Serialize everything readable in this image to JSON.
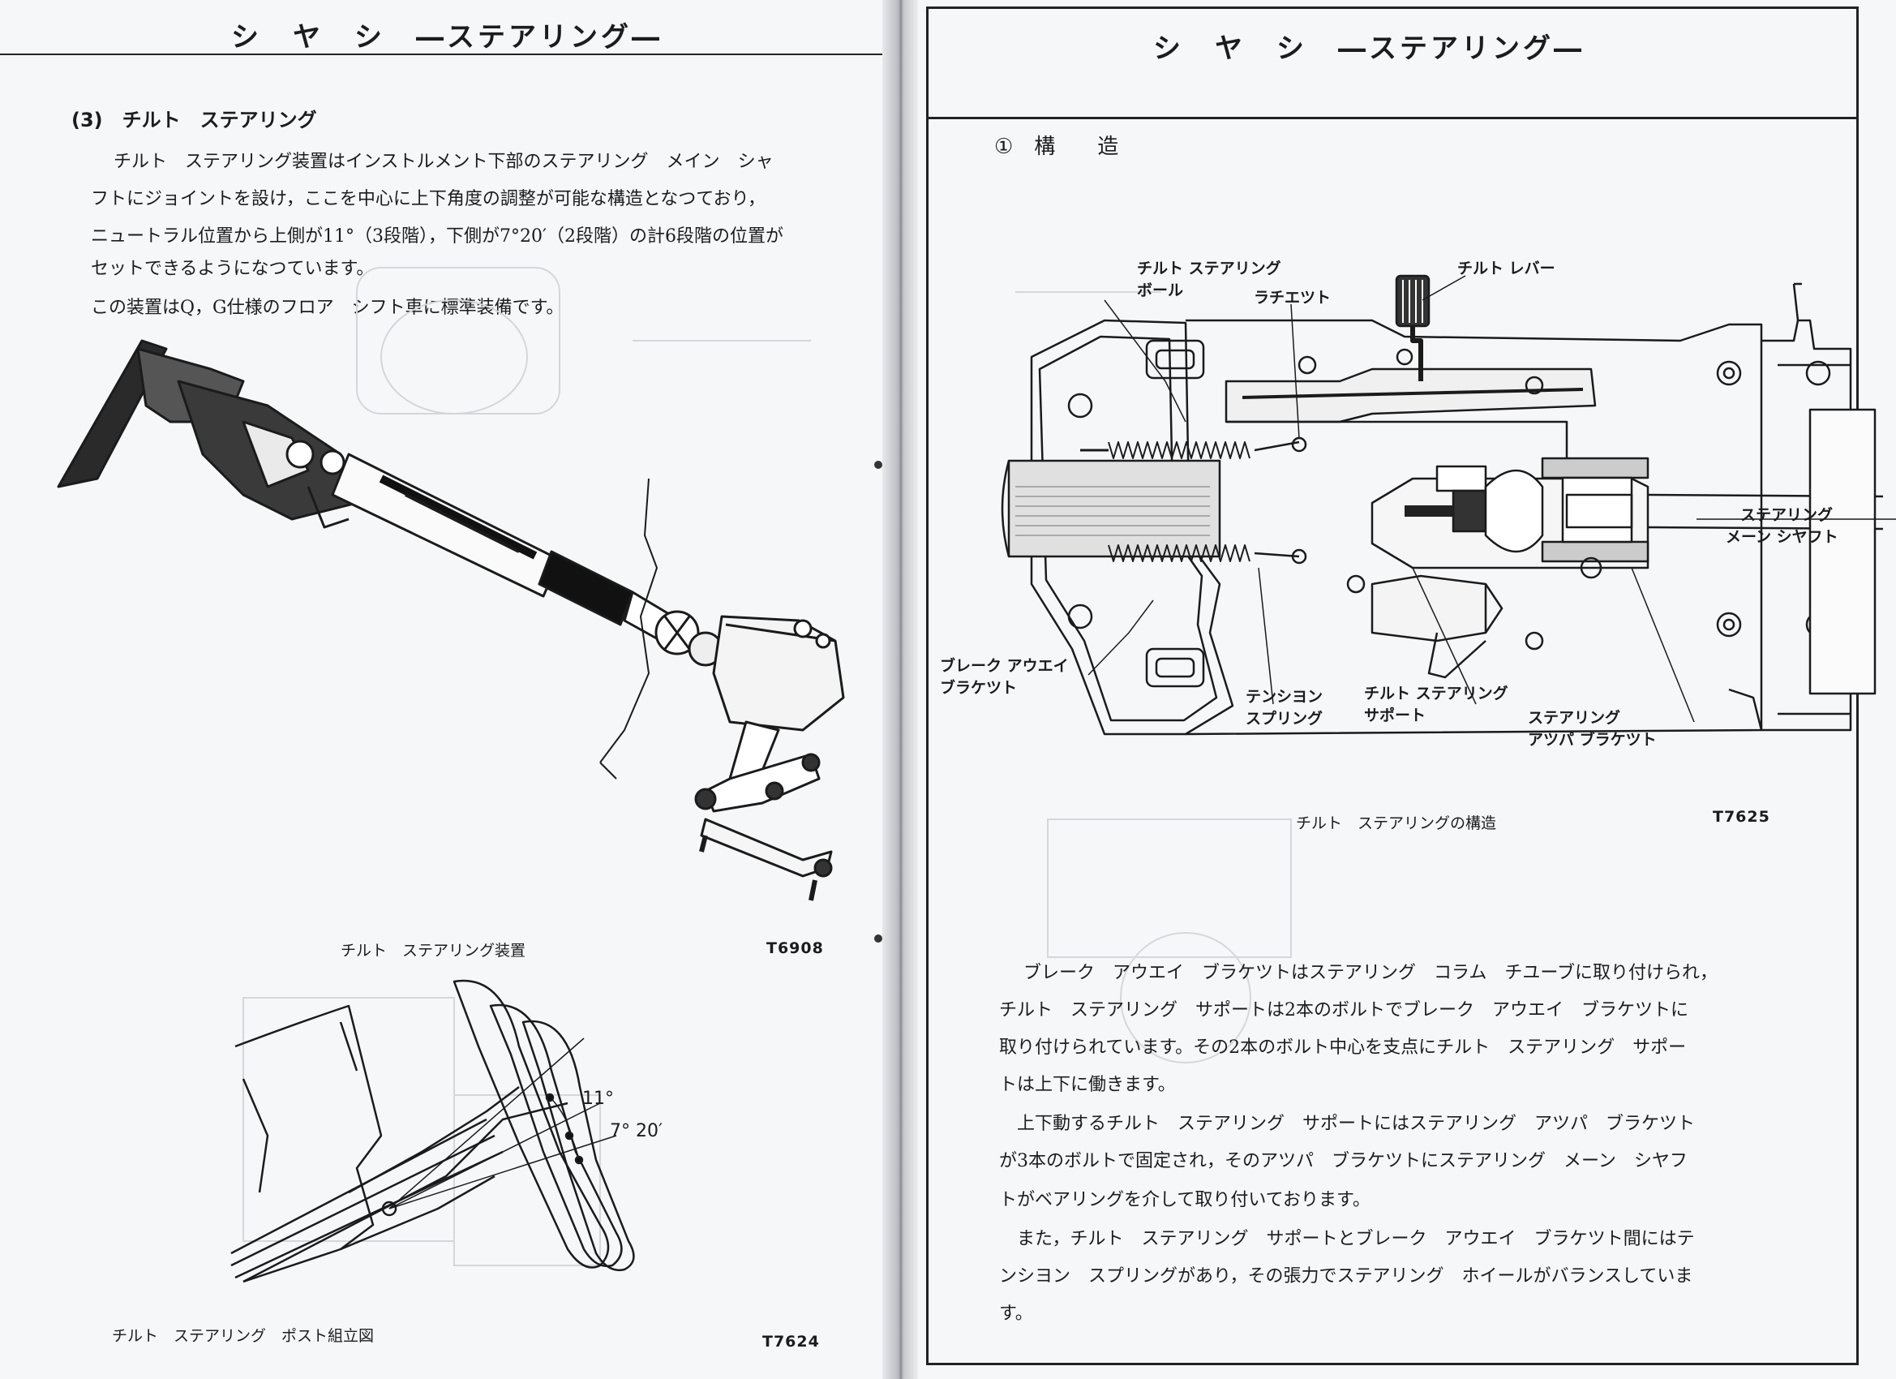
{
  "left_page": {
    "header": "シ　ヤ　シ　―ステアリング―",
    "section_title": "(3)　チルト　ステアリング",
    "paragraph_lines": [
      "チルト　ステアリング装置はインストルメント下部のステアリング　メイン　シャ",
      "フトにジョイントを設け，ここを中心に上下角度の調整が可能な構造となつており，",
      "ニュートラル位置から上側が11°（3段階），下側が7°20′（2段階）の計6段階の位置が",
      "セットできるようになつています。",
      "この装置はQ，G仕様のフロア　シフト車に標準装備です。"
    ],
    "figure1_caption": "チルト　ステアリング装置",
    "figure1_code": "T6908",
    "figure2_caption": "チルト　ステアリング　ポスト組立図",
    "figure2_code": "T7624",
    "angle_upper": "11°",
    "angle_lower": "7° 20′"
  },
  "right_page": {
    "header": "シ　ヤ　シ　―ステアリング―",
    "section_title": "①　構　　造",
    "labels": {
      "tilt_ball": [
        "チルト ステアリング",
        "ボール"
      ],
      "ratchet": "ラチエツト",
      "tilt_lever": "チルト レバー",
      "main_shaft": [
        "ステアリング",
        "メーン シヤフト"
      ],
      "break_away_bracket": [
        "ブレーク アウエイ",
        "ブラケツト"
      ],
      "tension_spring": [
        "テンシヨン",
        "スプリング"
      ],
      "tilt_support": [
        "チルト ステアリング",
        "サポート"
      ],
      "upper_bracket": [
        "ステアリング",
        "アツパ ブラケツト"
      ]
    },
    "figure_caption": "チルト　ステアリングの構造",
    "figure_code": "T7625",
    "paragraph_lines": [
      "ブレーク　アウエイ　ブラケツトはステアリング　コラム　チユーブに取り付けられ，",
      "チルト　ステアリング　サポートは2本のボルトでブレーク　アウエイ　ブラケツトに",
      "取り付けられています。その2本のボルト中心を支点にチルト　ステアリング　サポー",
      "トは上下に働きます。",
      "　上下動するチルト　ステアリング　サポートにはステアリング　アツパ　ブラケツト",
      "が3本のボルトで固定され，そのアツパ　ブラケツトにステアリング　メーン　シヤフ",
      "トがベアリングを介して取り付いております。",
      "　また，チルト　ステアリング　サポートとブレーク　アウエイ　ブラケツト間にはテ",
      "ンシヨン　スプリングがあり，その張力でステアリング　ホイールがバランスしていま",
      "す。"
    ]
  }
}
